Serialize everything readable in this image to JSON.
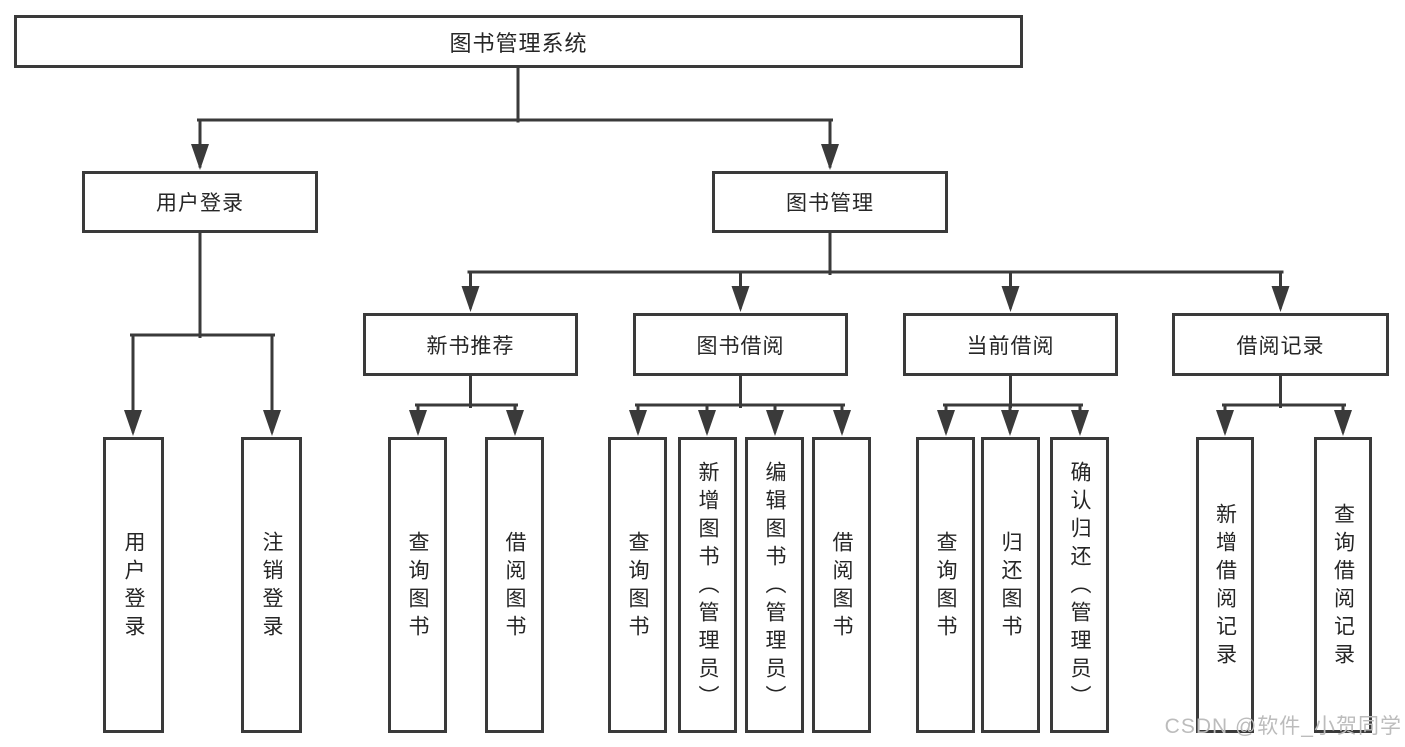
{
  "diagram": {
    "root": {
      "label": "图书管理系统"
    },
    "user_login": {
      "label": "用户登录",
      "children": [
        {
          "label": "用户登录"
        },
        {
          "label": "注销登录"
        }
      ]
    },
    "book_mgmt": {
      "label": "图书管理",
      "sections": [
        {
          "label": "新书推荐",
          "children": [
            {
              "label": "查询图书"
            },
            {
              "label": "借阅图书"
            }
          ]
        },
        {
          "label": "图书借阅",
          "children": [
            {
              "label": "查询图书"
            },
            {
              "label": "新增图书（管理员）"
            },
            {
              "label": "编辑图书（管理员）"
            },
            {
              "label": "借阅图书"
            }
          ]
        },
        {
          "label": "当前借阅",
          "children": [
            {
              "label": "查询图书"
            },
            {
              "label": "归还图书"
            },
            {
              "label": "确认归还（管理员）"
            }
          ]
        },
        {
          "label": "借阅记录",
          "children": [
            {
              "label": "新增借阅记录"
            },
            {
              "label": "查询借阅记录"
            }
          ]
        }
      ]
    }
  },
  "watermark": {
    "text": "CSDN @软件_小贺同学"
  },
  "colors": {
    "line": "#3a3a3a",
    "box_border": "#3a3a3a",
    "box_fill": "#ffffff",
    "text": "#262626",
    "watermark": "#bcbcbc",
    "background": "#ffffff"
  }
}
